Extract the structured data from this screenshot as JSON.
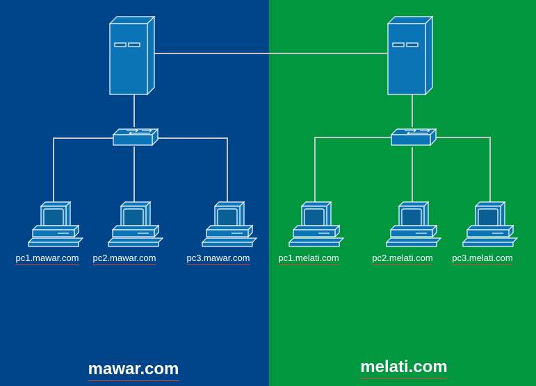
{
  "colors": {
    "left_background": "#004489",
    "right_background": "#00973e",
    "device_fill": "#0b74b7",
    "device_stroke": "#ffffff",
    "link_color": "#c8c8c8",
    "label_underline": "#e0453c"
  },
  "domains": [
    {
      "name": "mawar.com",
      "server_icon": "server-tower-icon",
      "switch_icon": "network-switch-icon",
      "hosts": [
        {
          "label": "pc1.mawar.com",
          "icon": "desktop-pc-icon"
        },
        {
          "label": "pc2.mawar.com",
          "icon": "desktop-pc-icon"
        },
        {
          "label": "pc3.mawar.com",
          "icon": "desktop-pc-icon"
        }
      ]
    },
    {
      "name": "melati.com",
      "server_icon": "server-tower-icon",
      "switch_icon": "network-switch-icon",
      "hosts": [
        {
          "label": "pc1.melati.com",
          "icon": "desktop-pc-icon"
        },
        {
          "label": "pc2.melati.com",
          "icon": "desktop-pc-icon"
        },
        {
          "label": "pc3.melati.com",
          "icon": "desktop-pc-icon"
        }
      ]
    }
  ]
}
